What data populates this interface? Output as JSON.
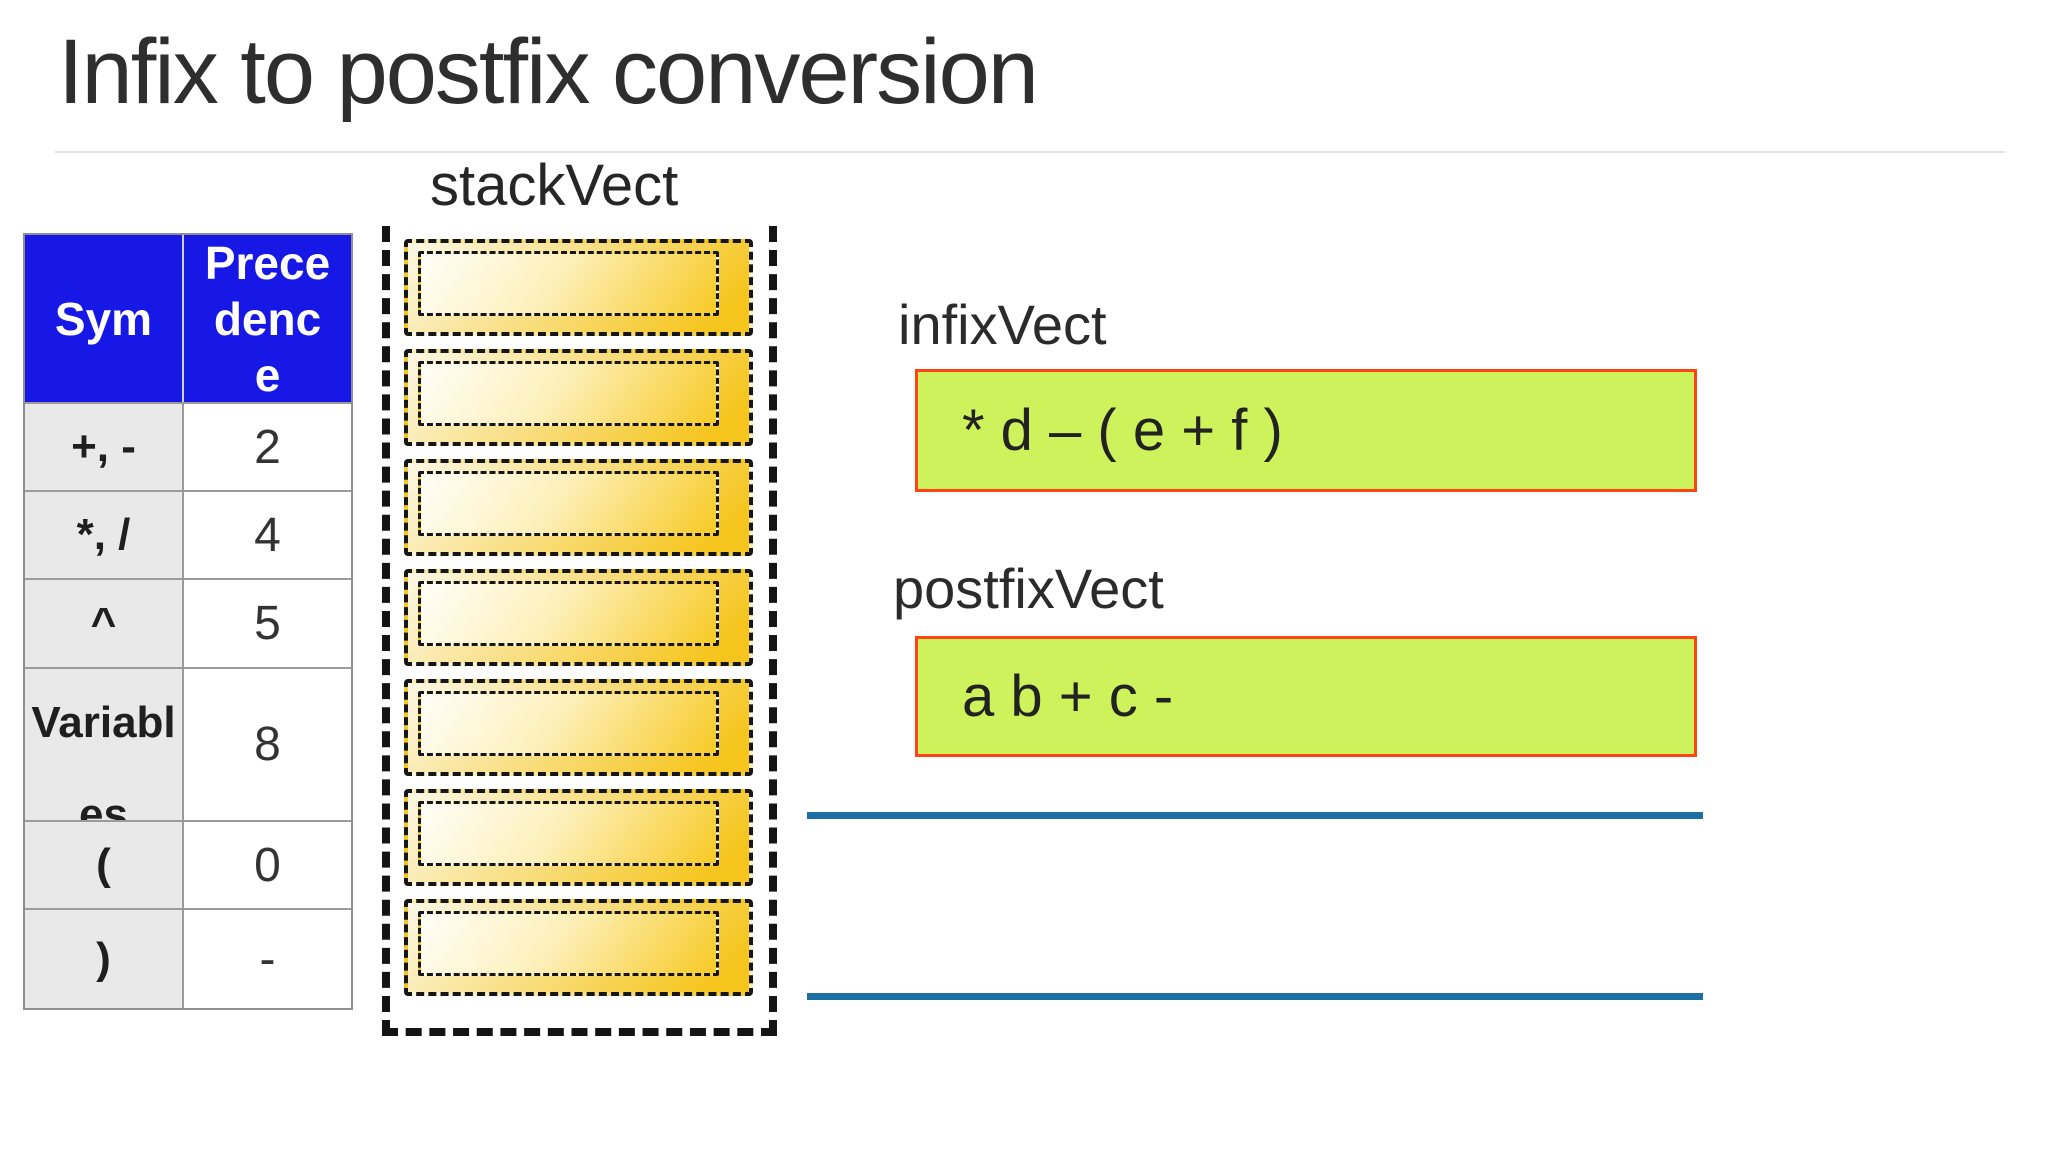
{
  "title": "Infix to postfix conversion",
  "stack": {
    "label": "stackVect",
    "bar_count": 7
  },
  "precedence_table": {
    "headers": [
      "Sym",
      "Precedence"
    ],
    "rows": [
      {
        "sym": "+, -",
        "prec": "2"
      },
      {
        "sym": "*, /",
        "prec": "4"
      },
      {
        "sym": "^",
        "prec": "5"
      },
      {
        "sym": "Variables",
        "prec": "8"
      },
      {
        "sym": "(",
        "prec": "0"
      },
      {
        "sym": ")",
        "prec": "-"
      }
    ]
  },
  "infix": {
    "label": "infixVect",
    "value": "* d – ( e + f )"
  },
  "postfix": {
    "label": "postfixVect",
    "value": "a b + c -"
  },
  "colors": {
    "header_blue": "#1717e6",
    "box_green": "#cdf25c",
    "box_border_red": "#ff4414",
    "line_blue": "#1e6ea6",
    "gold": "#f5c51d"
  }
}
